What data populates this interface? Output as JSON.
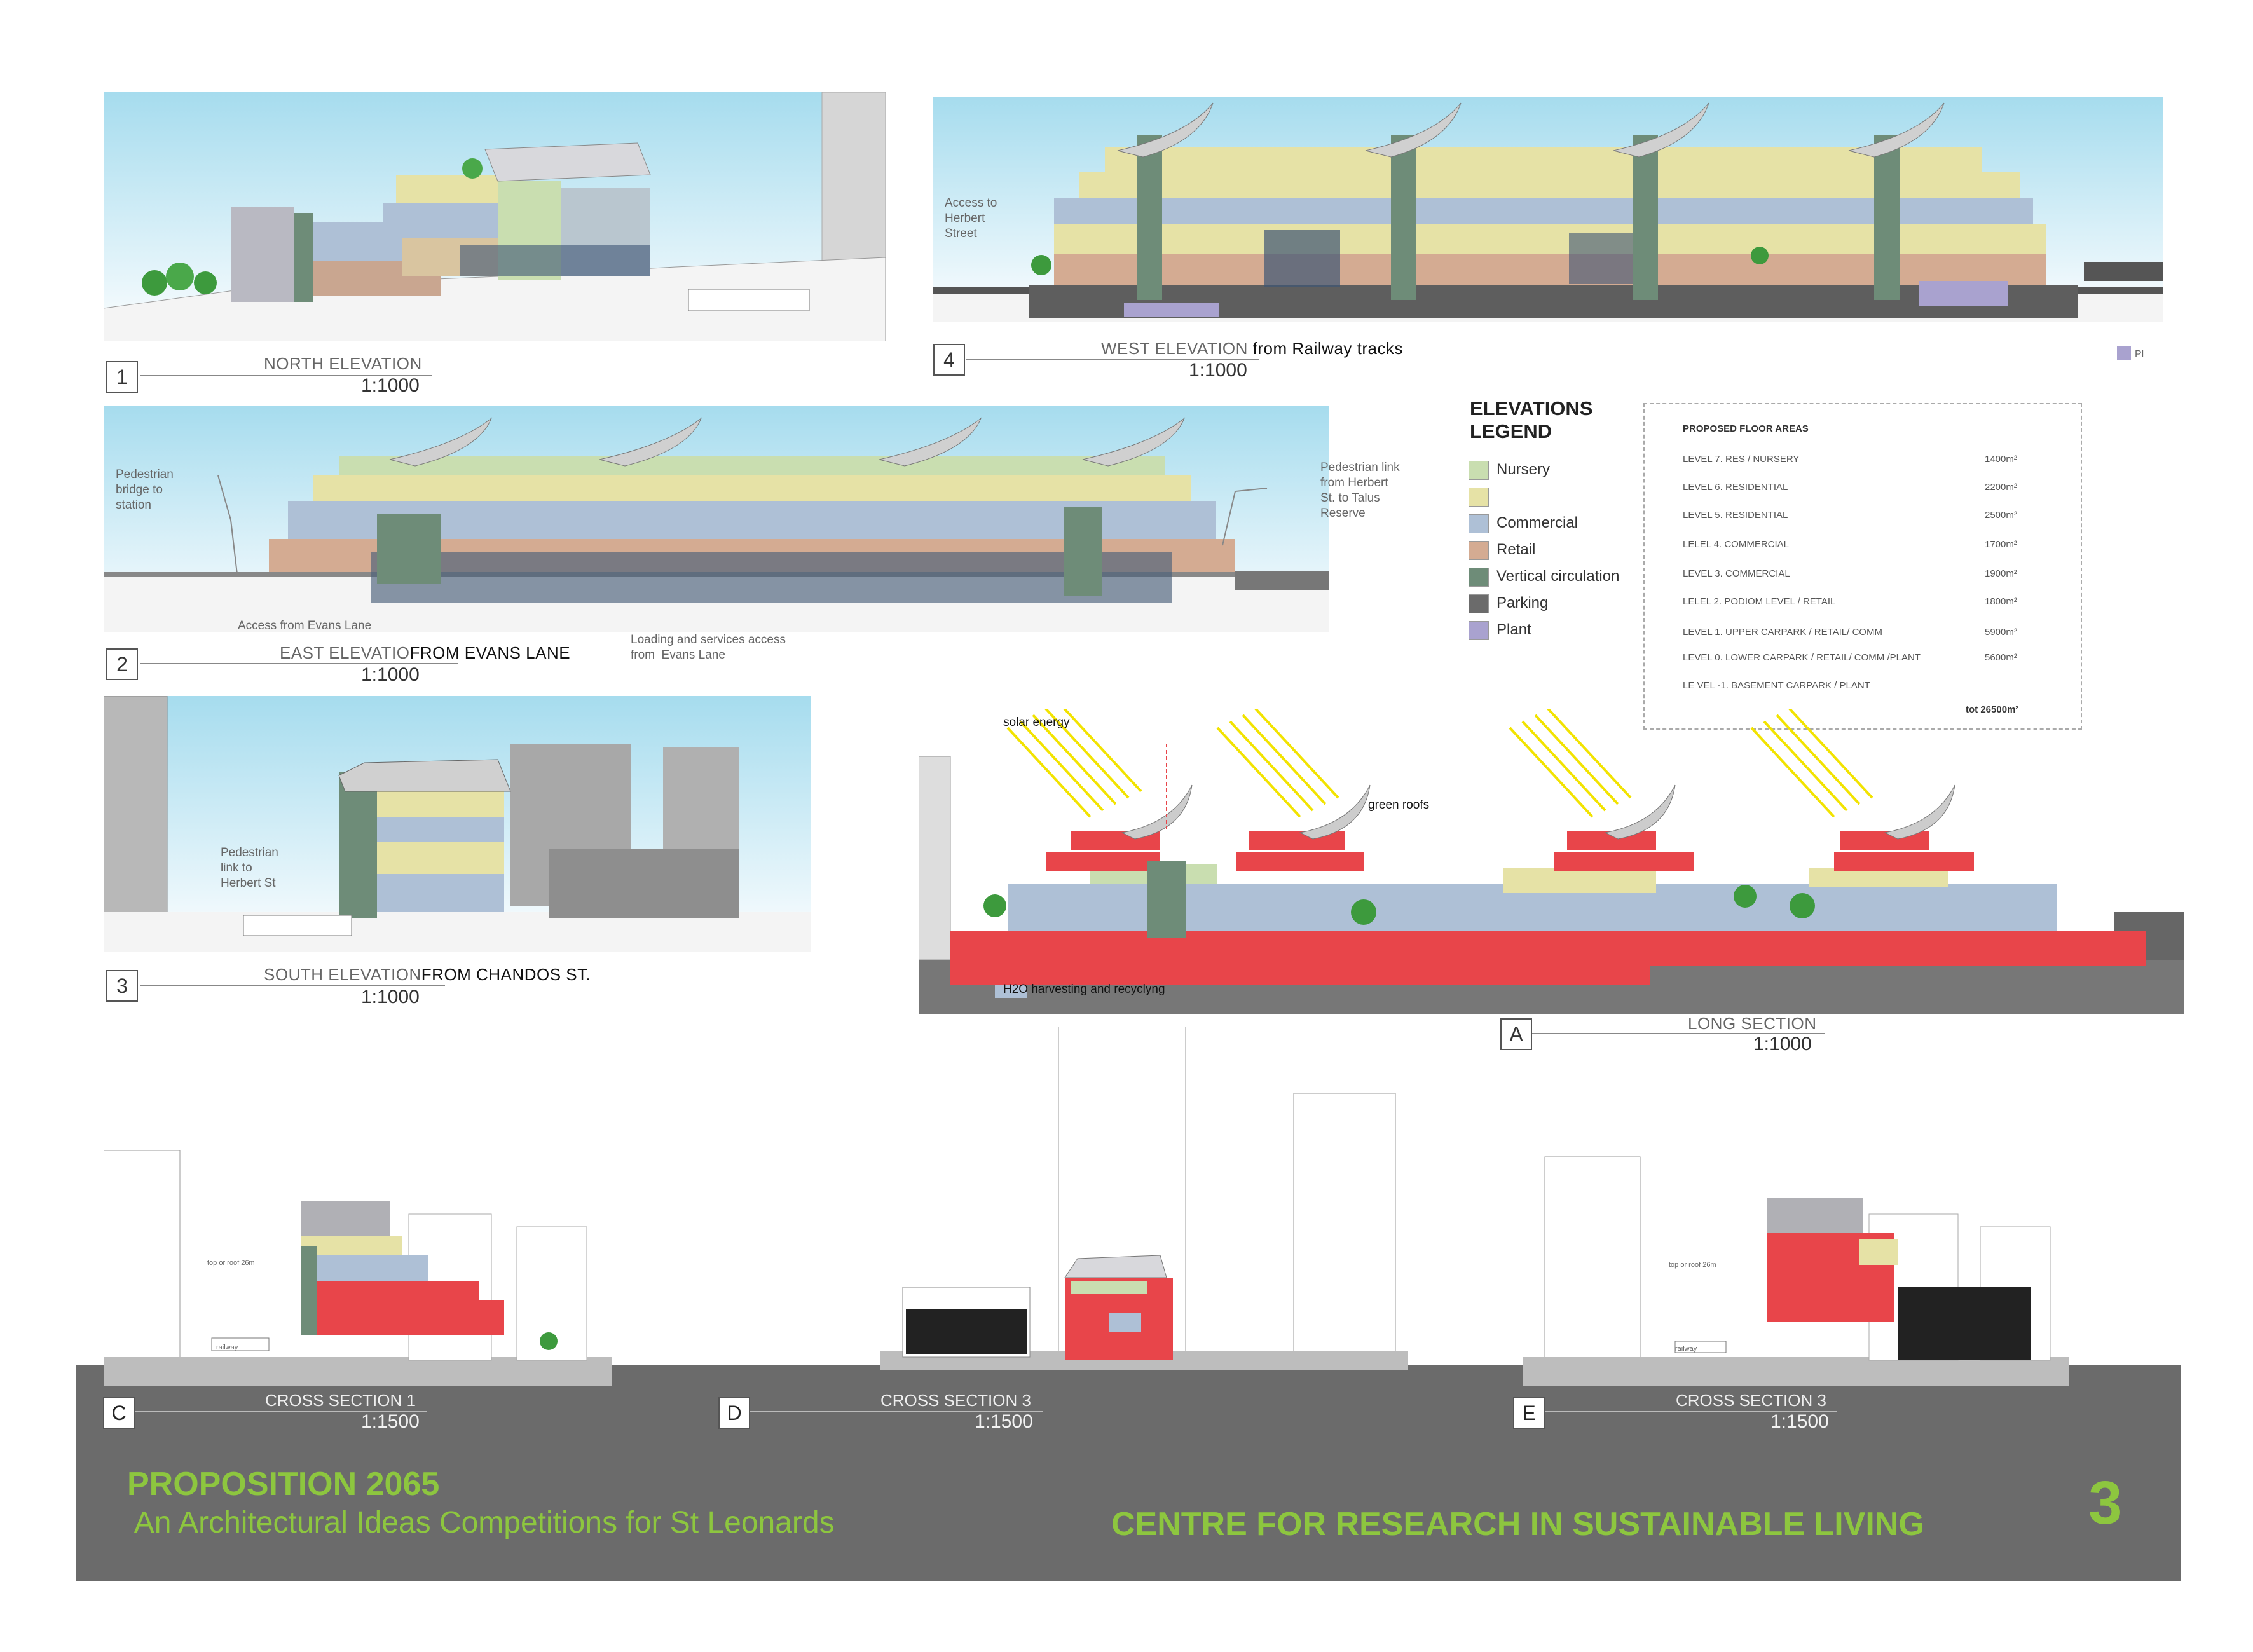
{
  "colors": {
    "nursery": "#c9deb0",
    "residential": "#e6e2a6",
    "commercial": "#aec0d6",
    "retail": "#d4ab92",
    "vertical": "#6e8c78",
    "parking": "#6b6b6b",
    "plant": "#a9a2cf",
    "green": "#8dc63f",
    "section_red": "#e8454a"
  },
  "north": {
    "number": "1",
    "title": "NORTH ELEVATION",
    "scale": "1:1000"
  },
  "west": {
    "number": "4",
    "title": "WEST ELEVATION",
    "title_b": "from Railway tracks",
    "scale": "1:1000",
    "note_access": "Access to\nHerbert\nStreet",
    "legend_stub": "Pl"
  },
  "east": {
    "number": "2",
    "title": "EAST ELEVATIO",
    "title_b": "FROM  EVANS LANE",
    "scale": "1:1000",
    "note_bridge": "Pedestrian\nbridge to\nstation",
    "note_link": "Pedestrian link\nfrom Herbert\nSt. to Talus\nReserve",
    "note_evans": "Access from  Evans Lane",
    "note_loading": "Loading and services access\nfrom  Evans Lane"
  },
  "south": {
    "number": "3",
    "title": "SOUTH ELEVATION",
    "title_b": "FROM  CHANDOS ST.",
    "scale": "1:1000",
    "note_link": "Pedestrian\nlink to\nHerbert St"
  },
  "legend": {
    "title": "ELEVATIONS\nLEGEND",
    "items": [
      {
        "label": "Nursery",
        "color": "#c9deb0"
      },
      {
        "label": "",
        "color": "#e6e2a6"
      },
      {
        "label": "Commercial",
        "color": "#aec0d6"
      },
      {
        "label": "Retail",
        "color": "#d4ab92"
      },
      {
        "label": "Vertical circulation",
        "color": "#6e8c78"
      },
      {
        "label": "Parking",
        "color": "#6b6b6b"
      },
      {
        "label": "Plant",
        "color": "#a9a2cf"
      }
    ]
  },
  "floor_areas": {
    "title": "PROPOSED FLOOR AREAS",
    "rows": [
      {
        "level": "LEVEL 7.  RES / NURSERY",
        "area": "1400m²"
      },
      {
        "level": "LEVEL 6. RESIDENTIAL",
        "area": "2200m²"
      },
      {
        "level": "LEVEL 5. RESIDENTIAL",
        "area": "2500m²"
      },
      {
        "level": "LELEL 4. COMMERCIAL",
        "area": "1700m²"
      },
      {
        "level": "LEVEL 3. COMMERCIAL",
        "area": "1900m²"
      },
      {
        "level": "LELEL 2. PODIOM LEVEL  / RETAIL",
        "area": "1800m²"
      },
      {
        "level": "LEVEL 1. UPPER CARPARK  / RETAIL/ COMM",
        "area": "5900m²"
      },
      {
        "level": "LEVEL 0. LOWER CARPARK  / RETAIL/ COMM /PLANT",
        "area": "5600m²"
      },
      {
        "level": "LE VEL -1. BASEMENT CARPARK  / PLANT",
        "area": ""
      }
    ],
    "total": "tot  26500m²"
  },
  "long_section": {
    "letter": "A",
    "title": "LONG SECTION",
    "scale": "1:1000",
    "label_solar": "solar energy",
    "label_green": "green roofs",
    "label_h2o": "H2O harvesting and recyclyng"
  },
  "cross_sections": [
    {
      "letter": "C",
      "title": "CROSS SECTION 1",
      "scale": "1:1500",
      "label_top": "top or roof 26m",
      "label_rail": "railway"
    },
    {
      "letter": "D",
      "title": "CROSS SECTION 3",
      "scale": "1:1500"
    },
    {
      "letter": "E",
      "title": "CROSS SECTION 3",
      "scale": "1:1500",
      "label_top": "top or roof 26m",
      "label_rail": "railway"
    }
  ],
  "footer": {
    "title": "PROPOSITION 2065",
    "subtitle": " An Architectural Ideas Competitions for St Leonards",
    "centre": "CENTRE FOR RESEARCH IN SUSTAINABLE LIVING",
    "page": "3"
  }
}
